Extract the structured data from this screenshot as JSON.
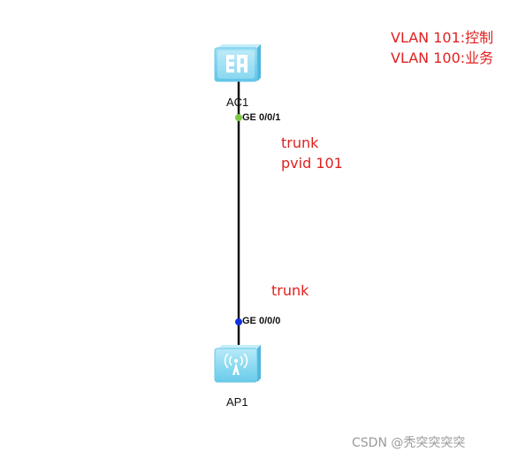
{
  "legend": {
    "line1": "VLAN 101:控制",
    "line2": "VLAN 100:业务"
  },
  "devices": {
    "ac": {
      "label": "AC1",
      "icon": "switch-icon"
    },
    "ap": {
      "label": "AP1",
      "icon": "wireless-ap-icon"
    }
  },
  "ports": {
    "ac_port": {
      "label": "GE 0/0/1",
      "color": "#7ac943"
    },
    "ap_port": {
      "label": "GE 0/0/0",
      "color": "#1030e0"
    }
  },
  "annotations": {
    "ac_side_mode": "trunk",
    "ac_side_pvid": "pvid 101",
    "ap_side_mode": "trunk"
  },
  "colors": {
    "annotation": "#e02020",
    "device_fill": "#8fd9f0",
    "link": "#111111"
  },
  "watermark": "CSDN @秃突突突突"
}
